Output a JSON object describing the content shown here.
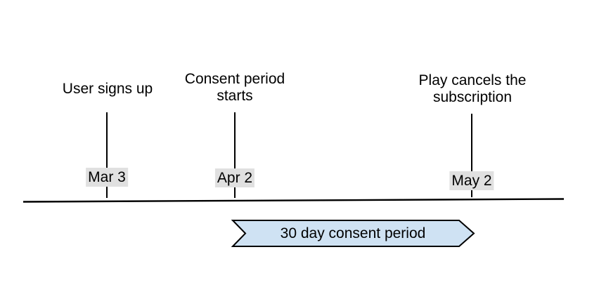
{
  "diagram": {
    "events": [
      {
        "label": "User signs up",
        "date": "Mar 3"
      },
      {
        "label": "Consent period starts",
        "date": "Apr 2"
      },
      {
        "label": "Play cancels the subscription",
        "date": "May 2"
      }
    ],
    "banner": {
      "label": "30 day consent period"
    },
    "colors": {
      "banner_fill": "#cfe2f3",
      "banner_border": "#000000",
      "date_badge_bg": "#e0e0e0",
      "line": "#000000",
      "text": "#000000"
    }
  }
}
